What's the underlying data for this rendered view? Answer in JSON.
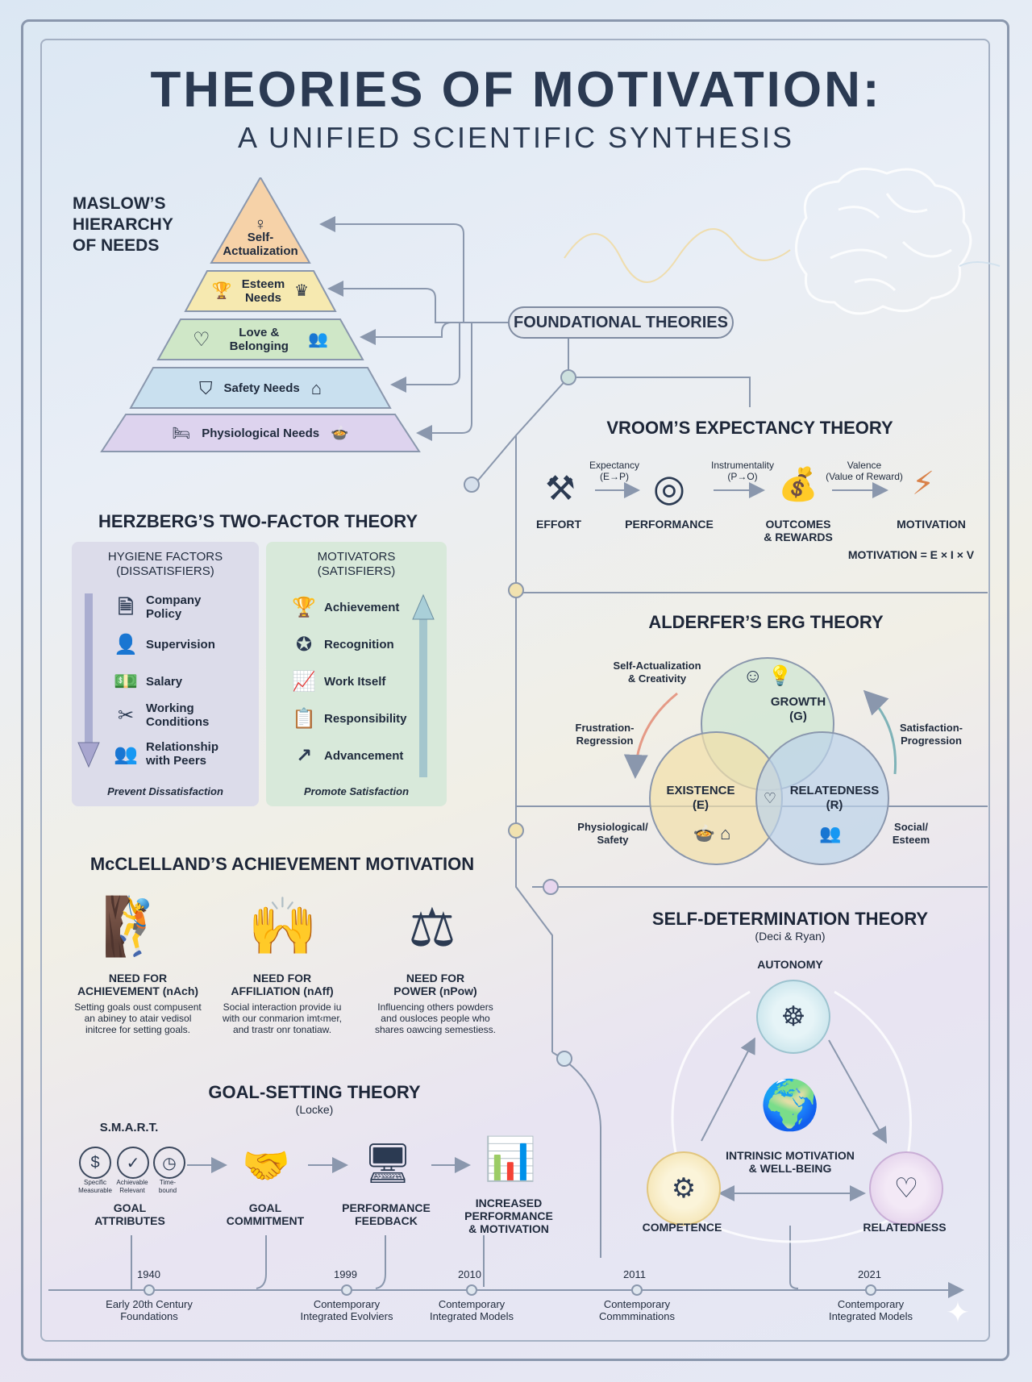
{
  "title": "THEORIES OF MOTIVATION:",
  "subtitle": "A UNIFIED SCIENTIFIC SYNTHESIS",
  "hub": "FOUNDATIONAL THEORIES",
  "maslow": {
    "title": "MASLOW’S\nHIERARCHY\nOF NEEDS",
    "levels": [
      "Self-\nActualization",
      "Esteem\nNeeds",
      "Love &\nBelonging",
      "Safety Needs",
      "Physiological Needs"
    ]
  },
  "vroom": {
    "title": "VROOM’S EXPECTANCY THEORY",
    "links": [
      "Expectancy\n(E→P)",
      "Instrumentality\n(P→O)",
      "Valence\n(Value of Reward)"
    ],
    "nodes": [
      "EFFORT",
      "PERFORMANCE",
      "OUTCOMES\n& REWARDS",
      "MOTIVATION"
    ],
    "formula": "MOTIVATION = E × I × V"
  },
  "herzberg": {
    "title": "HERZBERG’S TWO-FACTOR THEORY",
    "hygiene_title": "HYGIENE FACTORS\n(DISSATISFIERS)",
    "hygiene": [
      "Company\nPolicy",
      "Supervision",
      "Salary",
      "Working\nConditions",
      "Relationship\nwith Peers"
    ],
    "hygiene_footer": "Prevent Dissatisfaction",
    "motivators_title": "MOTIVATORS\n(SATISFIERS)",
    "motivators": [
      "Achievement",
      "Recognition",
      "Work Itself",
      "Responsibility",
      "Advancement"
    ],
    "motivators_footer": "Promote Satisfaction"
  },
  "erg": {
    "title": "ALDERFER’S ERG THEORY",
    "growth": "GROWTH\n(G)",
    "existence": "EXISTENCE\n(E)",
    "relatedness": "RELATEDNESS\n(R)",
    "annot_self": "Self-Actualization\n& Creativity",
    "annot_frustration": "Frustration-\nRegression",
    "annot_satisfaction": "Satisfaction-\nProgression",
    "annot_phys": "Physiological/\nSafety",
    "annot_social": "Social/\nEsteem"
  },
  "mcclelland": {
    "title": "McCLELLAND’S ACHIEVEMENT MOTIVATION",
    "needs": [
      {
        "name": "NEED FOR\nACHIEVEMENT (nAch)",
        "desc": "Setting goals oust compusent\nan abiney to atair vedisol\ninitcree for setting goals."
      },
      {
        "name": "NEED FOR\nAFFILIATION (nAff)",
        "desc": "Social interaction provide iu\nwith our conmarion imt‹mer,\nand trastr onr tonatiaw."
      },
      {
        "name": "NEED FOR\nPOWER (nPow)",
        "desc": "Influencing others powders\nand ousloces people who\nshares oawcing semestiess."
      }
    ]
  },
  "sdt": {
    "title": "SELF-DETERMINATION THEORY",
    "subtitle": "(Deci & Ryan)",
    "autonomy": "AUTONOMY",
    "center": "INTRINSIC MOTIVATION\n& WELL-BEING",
    "competence": "COMPETENCE",
    "relatedness": "RELATEDNESS"
  },
  "goal": {
    "title": "GOAL-SETTING THEORY",
    "subtitle": "(Locke)",
    "smart": "S.M.A.R.T.",
    "smart_labels": [
      "Specific\nMeasurable",
      "Achievable\nRelevant",
      "Time-\nbound"
    ],
    "steps": [
      "GOAL\nATTRIBUTES",
      "GOAL\nCOMMITMENT",
      "PERFORMANCE\nFEEDBACK",
      "INCREASED\nPERFORMANCE\n& MOTIVATION"
    ]
  },
  "timeline": {
    "years": [
      "1940",
      "1999",
      "2010",
      "2011",
      "2021"
    ],
    "labels": [
      "Early 20th Century\nFoundations",
      "Contemporary\nIntegrated Evolviers",
      "Contemporary\nIntegrated Models",
      "Contemporary\nCommminations",
      "Contemporary\nIntegrated Models"
    ]
  },
  "colors": {
    "self_actualization": "#f6d2a8",
    "esteem": "#f6e9b0",
    "love": "#cfe7c7",
    "safety": "#c9e0ef",
    "physiological": "#ddd3ee",
    "line": "#8a97ad"
  }
}
